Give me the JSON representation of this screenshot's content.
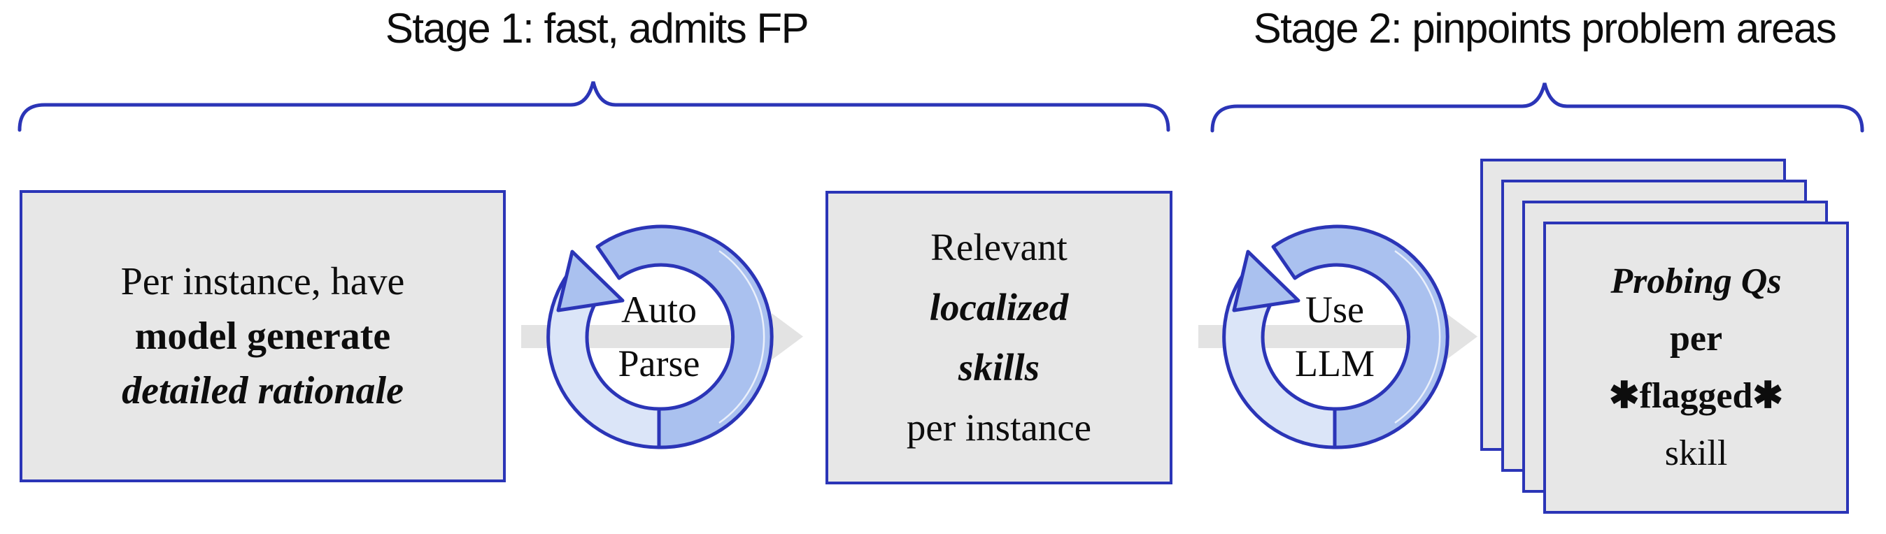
{
  "stage1": {
    "title": "Stage 1: fast, admits FP"
  },
  "stage2": {
    "title": "Stage 2: pinpoints problem areas"
  },
  "box1": {
    "lines": [
      "Per instance, have",
      "model generate",
      "detailed rationale"
    ]
  },
  "loop1": {
    "line1": "Auto",
    "line2": "Parse"
  },
  "box2": {
    "lines": [
      "Relevant",
      "localized",
      "skills",
      "per instance"
    ]
  },
  "loop2": {
    "line1": "Use",
    "line2": "LLM"
  },
  "cards": {
    "count": 4,
    "lines": [
      "Probing Qs",
      "per",
      "✱flagged✱",
      "skill"
    ]
  },
  "colors": {
    "accent-blue": "#2b35b7",
    "ring-fill-dark": "#aac1ef",
    "ring-fill-light": "#dbe5f8",
    "box-fill": "#e7e7e7",
    "arrow-gray": "#e3e3e3",
    "text-black": "#0d0d0d",
    "bg": "#ffffff"
  }
}
